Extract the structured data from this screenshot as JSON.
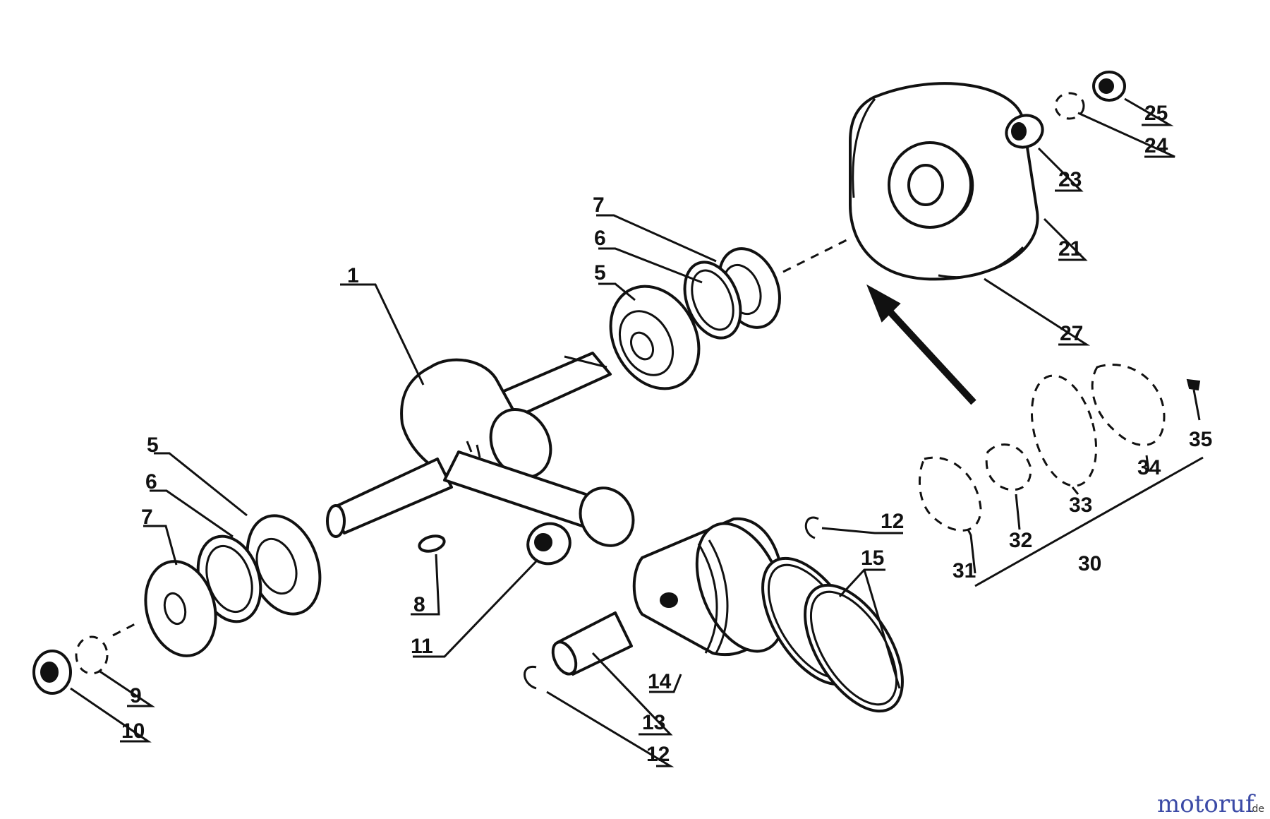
{
  "callouts": [
    {
      "id": "c1",
      "text": "1"
    },
    {
      "id": "c5a",
      "text": "5"
    },
    {
      "id": "c6a",
      "text": "6"
    },
    {
      "id": "c7a",
      "text": "7"
    },
    {
      "id": "c5b",
      "text": "5"
    },
    {
      "id": "c6b",
      "text": "6"
    },
    {
      "id": "c7b",
      "text": "7"
    },
    {
      "id": "c8",
      "text": "8"
    },
    {
      "id": "c9",
      "text": "9"
    },
    {
      "id": "c10",
      "text": "10"
    },
    {
      "id": "c11",
      "text": "11"
    },
    {
      "id": "c12a",
      "text": "12"
    },
    {
      "id": "c12b",
      "text": "12"
    },
    {
      "id": "c13",
      "text": "13"
    },
    {
      "id": "c14",
      "text": "14"
    },
    {
      "id": "c15",
      "text": "15"
    },
    {
      "id": "c21",
      "text": "21"
    },
    {
      "id": "c23",
      "text": "23"
    },
    {
      "id": "c24",
      "text": "24"
    },
    {
      "id": "c25",
      "text": "25"
    },
    {
      "id": "c27",
      "text": "27"
    },
    {
      "id": "c30",
      "text": "30"
    },
    {
      "id": "c31",
      "text": "31"
    },
    {
      "id": "c32",
      "text": "32"
    },
    {
      "id": "c33",
      "text": "33"
    },
    {
      "id": "c34",
      "text": "34"
    },
    {
      "id": "c35",
      "text": "35"
    }
  ],
  "watermark": {
    "brand": "motoruf",
    "suffix": ".de",
    "brand_color": "#3b4aa6",
    "accent_color": "#e07a1f"
  }
}
